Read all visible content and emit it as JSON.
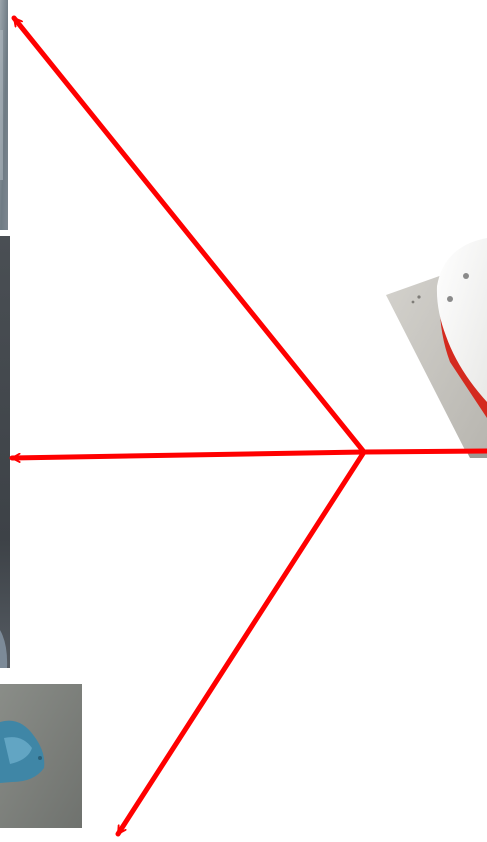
{
  "colors": {
    "arrow": "#ff0000",
    "background": "#ffffff",
    "plate": "#c4c2bd",
    "plate_shadow": "#9d9a94",
    "disc_top": "#f3f3f1",
    "disc_edge_red": "#d42a1f",
    "photo_top_bg": "#7b8791",
    "photo_middle_bg": "#3f4449",
    "photo_bottom_bg": "#7c7e79",
    "photo_bottom_object": "#3f86a6"
  },
  "icons": {
    "arrow_head": "arrowhead-icon",
    "hub": "arrow-hub-icon"
  },
  "images": {
    "top_left_photo": "cropped-photo-top-left",
    "middle_left_photo": "cropped-photo-middle-left",
    "bottom_left_photo": "cropped-photo-bottom-left",
    "right_device": "robot-platform-device"
  }
}
